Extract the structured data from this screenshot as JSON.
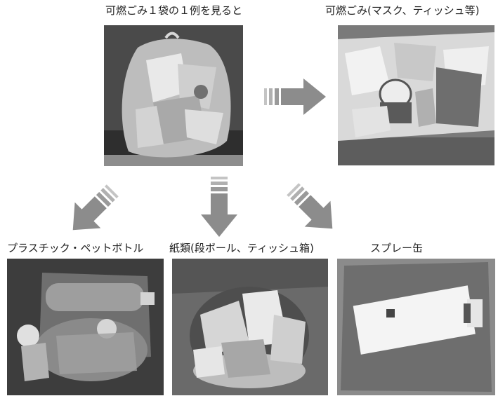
{
  "main_photo": {
    "label": "可燃ごみ１袋の１例を見ると"
  },
  "burnable": {
    "label": "可燃ごみ(マスク、ティッシュ等)"
  },
  "plastic": {
    "label": "プラスチック・ペットボトル"
  },
  "paper": {
    "label": "紙類(段ボール、ティッシュ箱)"
  },
  "spray": {
    "label": "スプレー缶"
  },
  "colors": {
    "arrow": "#8c8c8c",
    "photo_dark": "#3a3a3a",
    "photo_mid": "#8a8a8a",
    "photo_light": "#e6e6e6"
  },
  "icons": [
    "arrow-right-icon",
    "arrow-down-left-icon",
    "arrow-down-icon",
    "arrow-down-right-icon"
  ]
}
